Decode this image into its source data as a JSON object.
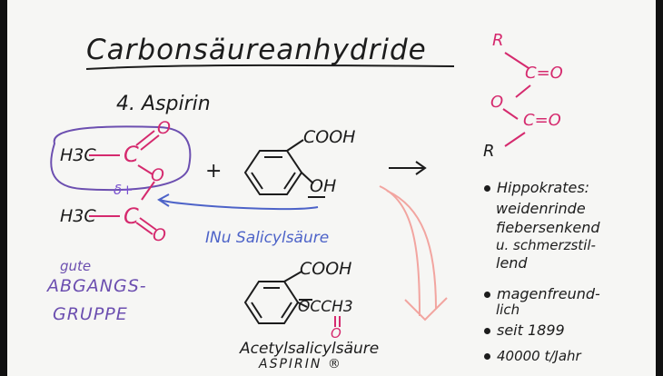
{
  "title": "Carbonsäureanhydride",
  "section": "4. Aspirin",
  "anhydride": {
    "r_top": "R",
    "co_top": "C=O",
    "o_bridge": "O",
    "co_bottom": "C=O",
    "r_bottom": "R"
  },
  "reactant": {
    "h3c_top": "H3C",
    "c_top": "C",
    "o_top": "O",
    "o_bridge": "O",
    "delta": "δ+",
    "h3c_bottom": "H3C",
    "c_bottom": "C",
    "o_bottom": "O"
  },
  "plus": "+",
  "salicylic": {
    "cooh": "COOH",
    "oh": "OH",
    "label": "INu Salicylsäure"
  },
  "leaving_group": [
    "gute",
    "ABGANGS-",
    "GRUPPE"
  ],
  "product": {
    "cooh": "COOH",
    "ester": "OCCH3",
    "o_carbonyl": "O",
    "name": "Acetylsalicylsäure",
    "brand": "ASPIRIN ®"
  },
  "notes": [
    {
      "lines": [
        "Hippokrates:",
        "weidenrinde",
        "fiebersenkend",
        "u. schmerzstil-",
        "lend"
      ]
    },
    {
      "lines": [
        "magenfreund-",
        "lich"
      ]
    },
    {
      "lines": [
        "seit 1899"
      ]
    },
    {
      "lines": [
        "40000 t/Jahr"
      ]
    }
  ],
  "colors": {
    "ink": "#1c1c1c",
    "pink": "#d52a6e",
    "purple": "#6c4fb0",
    "blue": "#4d63c8",
    "salmon": "#f2a5a0"
  }
}
